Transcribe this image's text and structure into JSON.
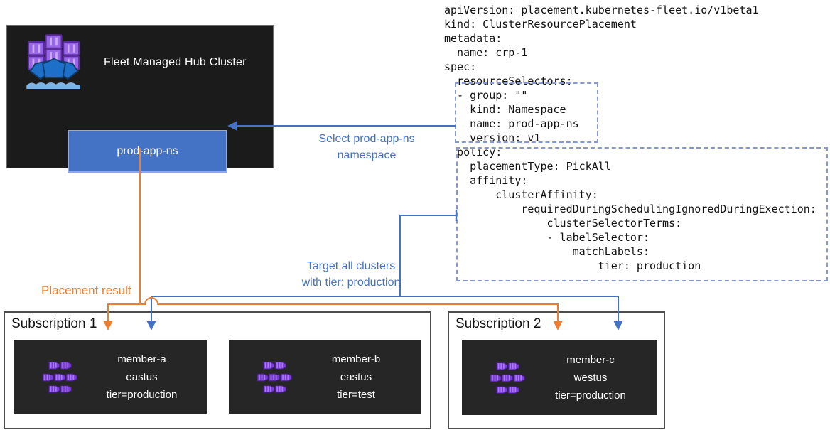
{
  "hub": {
    "title": "Fleet Managed Hub Cluster",
    "namespace_label": "prod-app-ns"
  },
  "yaml": {
    "lines": [
      "apiVersion: placement.kubernetes-fleet.io/v1beta1",
      "kind: ClusterResourcePlacement",
      "metadata:",
      "  name: crp-1",
      "spec:",
      "  resourceSelectors:",
      "  - group: \"\"",
      "    kind: Namespace",
      "    name: prod-app-ns",
      "    version: v1",
      "  policy:",
      "    placementType: PickAll",
      "    affinity:",
      "        clusterAffinity:",
      "            requiredDuringSchedulingIgnoredDuringExection:",
      "                clusterSelectorTerms:",
      "                - labelSelector:",
      "                    matchLabels:",
      "                        tier: production"
    ]
  },
  "labels": {
    "select_line1": "Select prod-app-ns",
    "select_line2": "namespace",
    "target_line1": "Target all clusters",
    "target_line2": "with tier: production",
    "placement_result": "Placement result"
  },
  "subscriptions": [
    {
      "title": "Subscription 1",
      "members": [
        {
          "name": "member-a",
          "region": "eastus",
          "tier": "tier=production"
        },
        {
          "name": "member-b",
          "region": "eastus",
          "tier": "tier=test"
        }
      ]
    },
    {
      "title": "Subscription 2",
      "members": [
        {
          "name": "member-c",
          "region": "westus",
          "tier": "tier=production"
        }
      ]
    }
  ],
  "icons": {
    "hub": "fleet-hub-ship-icon",
    "member": "member-cluster-icon"
  },
  "colors": {
    "accent_blue": "#4472C4",
    "accent_orange": "#ED7D31",
    "dashed_border": "#8699CE",
    "hub_background": "#1b1b1b",
    "member_background": "#262626",
    "namespace_fill": "#4472C4",
    "namespace_border": "#8FAADC"
  }
}
